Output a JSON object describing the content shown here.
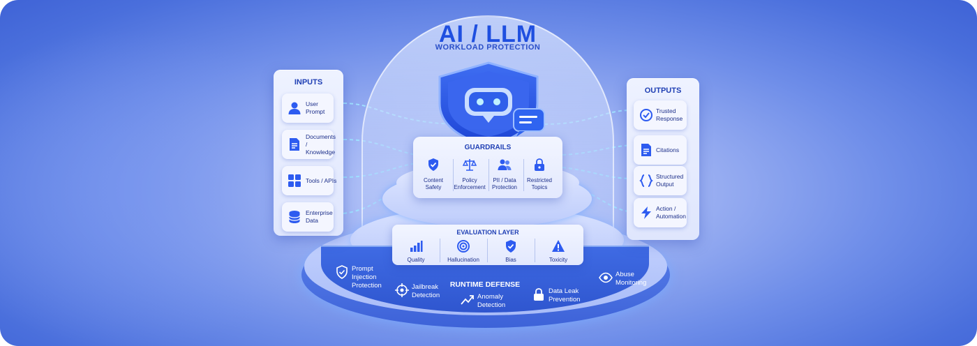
{
  "header": {
    "title": "AI / LLM",
    "subtitle": "WORKLOAD PROTECTION"
  },
  "inputs": {
    "heading": "INPUTS",
    "items": [
      {
        "label": "User Prompt",
        "icon": "user-icon"
      },
      {
        "label": "Documents / Knowledge",
        "icon": "document-icon"
      },
      {
        "label": "Tools / APIs",
        "icon": "grid-icon"
      },
      {
        "label": "Enterprise Data",
        "icon": "database-icon"
      }
    ]
  },
  "outputs": {
    "heading": "OUTPUTS",
    "items": [
      {
        "label": "Trusted Response",
        "icon": "check-circle-icon"
      },
      {
        "label": "Citations",
        "icon": "document-icon"
      },
      {
        "label": "Structured Output",
        "icon": "braces-icon"
      },
      {
        "label": "Action / Automation",
        "icon": "lightning-icon"
      }
    ]
  },
  "guardrails": {
    "heading": "GUARDRAILS",
    "items": [
      {
        "label": "Content Safety",
        "icon": "shield-check-icon"
      },
      {
        "label": "Policy Enforcement",
        "icon": "scales-icon"
      },
      {
        "label": "PII / Data Protection",
        "icon": "users-icon"
      },
      {
        "label": "Restricted Topics",
        "icon": "lock-icon"
      }
    ]
  },
  "evaluation": {
    "heading": "EVALUATION LAYER",
    "items": [
      {
        "label": "Quality",
        "icon": "bar-chart-icon"
      },
      {
        "label": "Hallucination",
        "icon": "target-icon"
      },
      {
        "label": "Bias",
        "icon": "shield-check-icon"
      },
      {
        "label": "Toxicity",
        "icon": "warning-icon"
      }
    ]
  },
  "runtime": {
    "heading": "RUNTIME DEFENSE",
    "items": [
      {
        "label": "Prompt Injection Protection",
        "icon": "shield-check-icon"
      },
      {
        "label": "Jailbreak Detection",
        "icon": "crosshair-icon"
      },
      {
        "label": "Anomaly Detection",
        "icon": "trend-icon"
      },
      {
        "label": "Data Leak Prevention",
        "icon": "lock-icon"
      },
      {
        "label": "Abuse Monitoring",
        "icon": "eye-icon"
      }
    ]
  },
  "colors": {
    "accent": "#2d5bf0",
    "dark": "#1f3fb4",
    "bg": "#5a7fe6"
  }
}
